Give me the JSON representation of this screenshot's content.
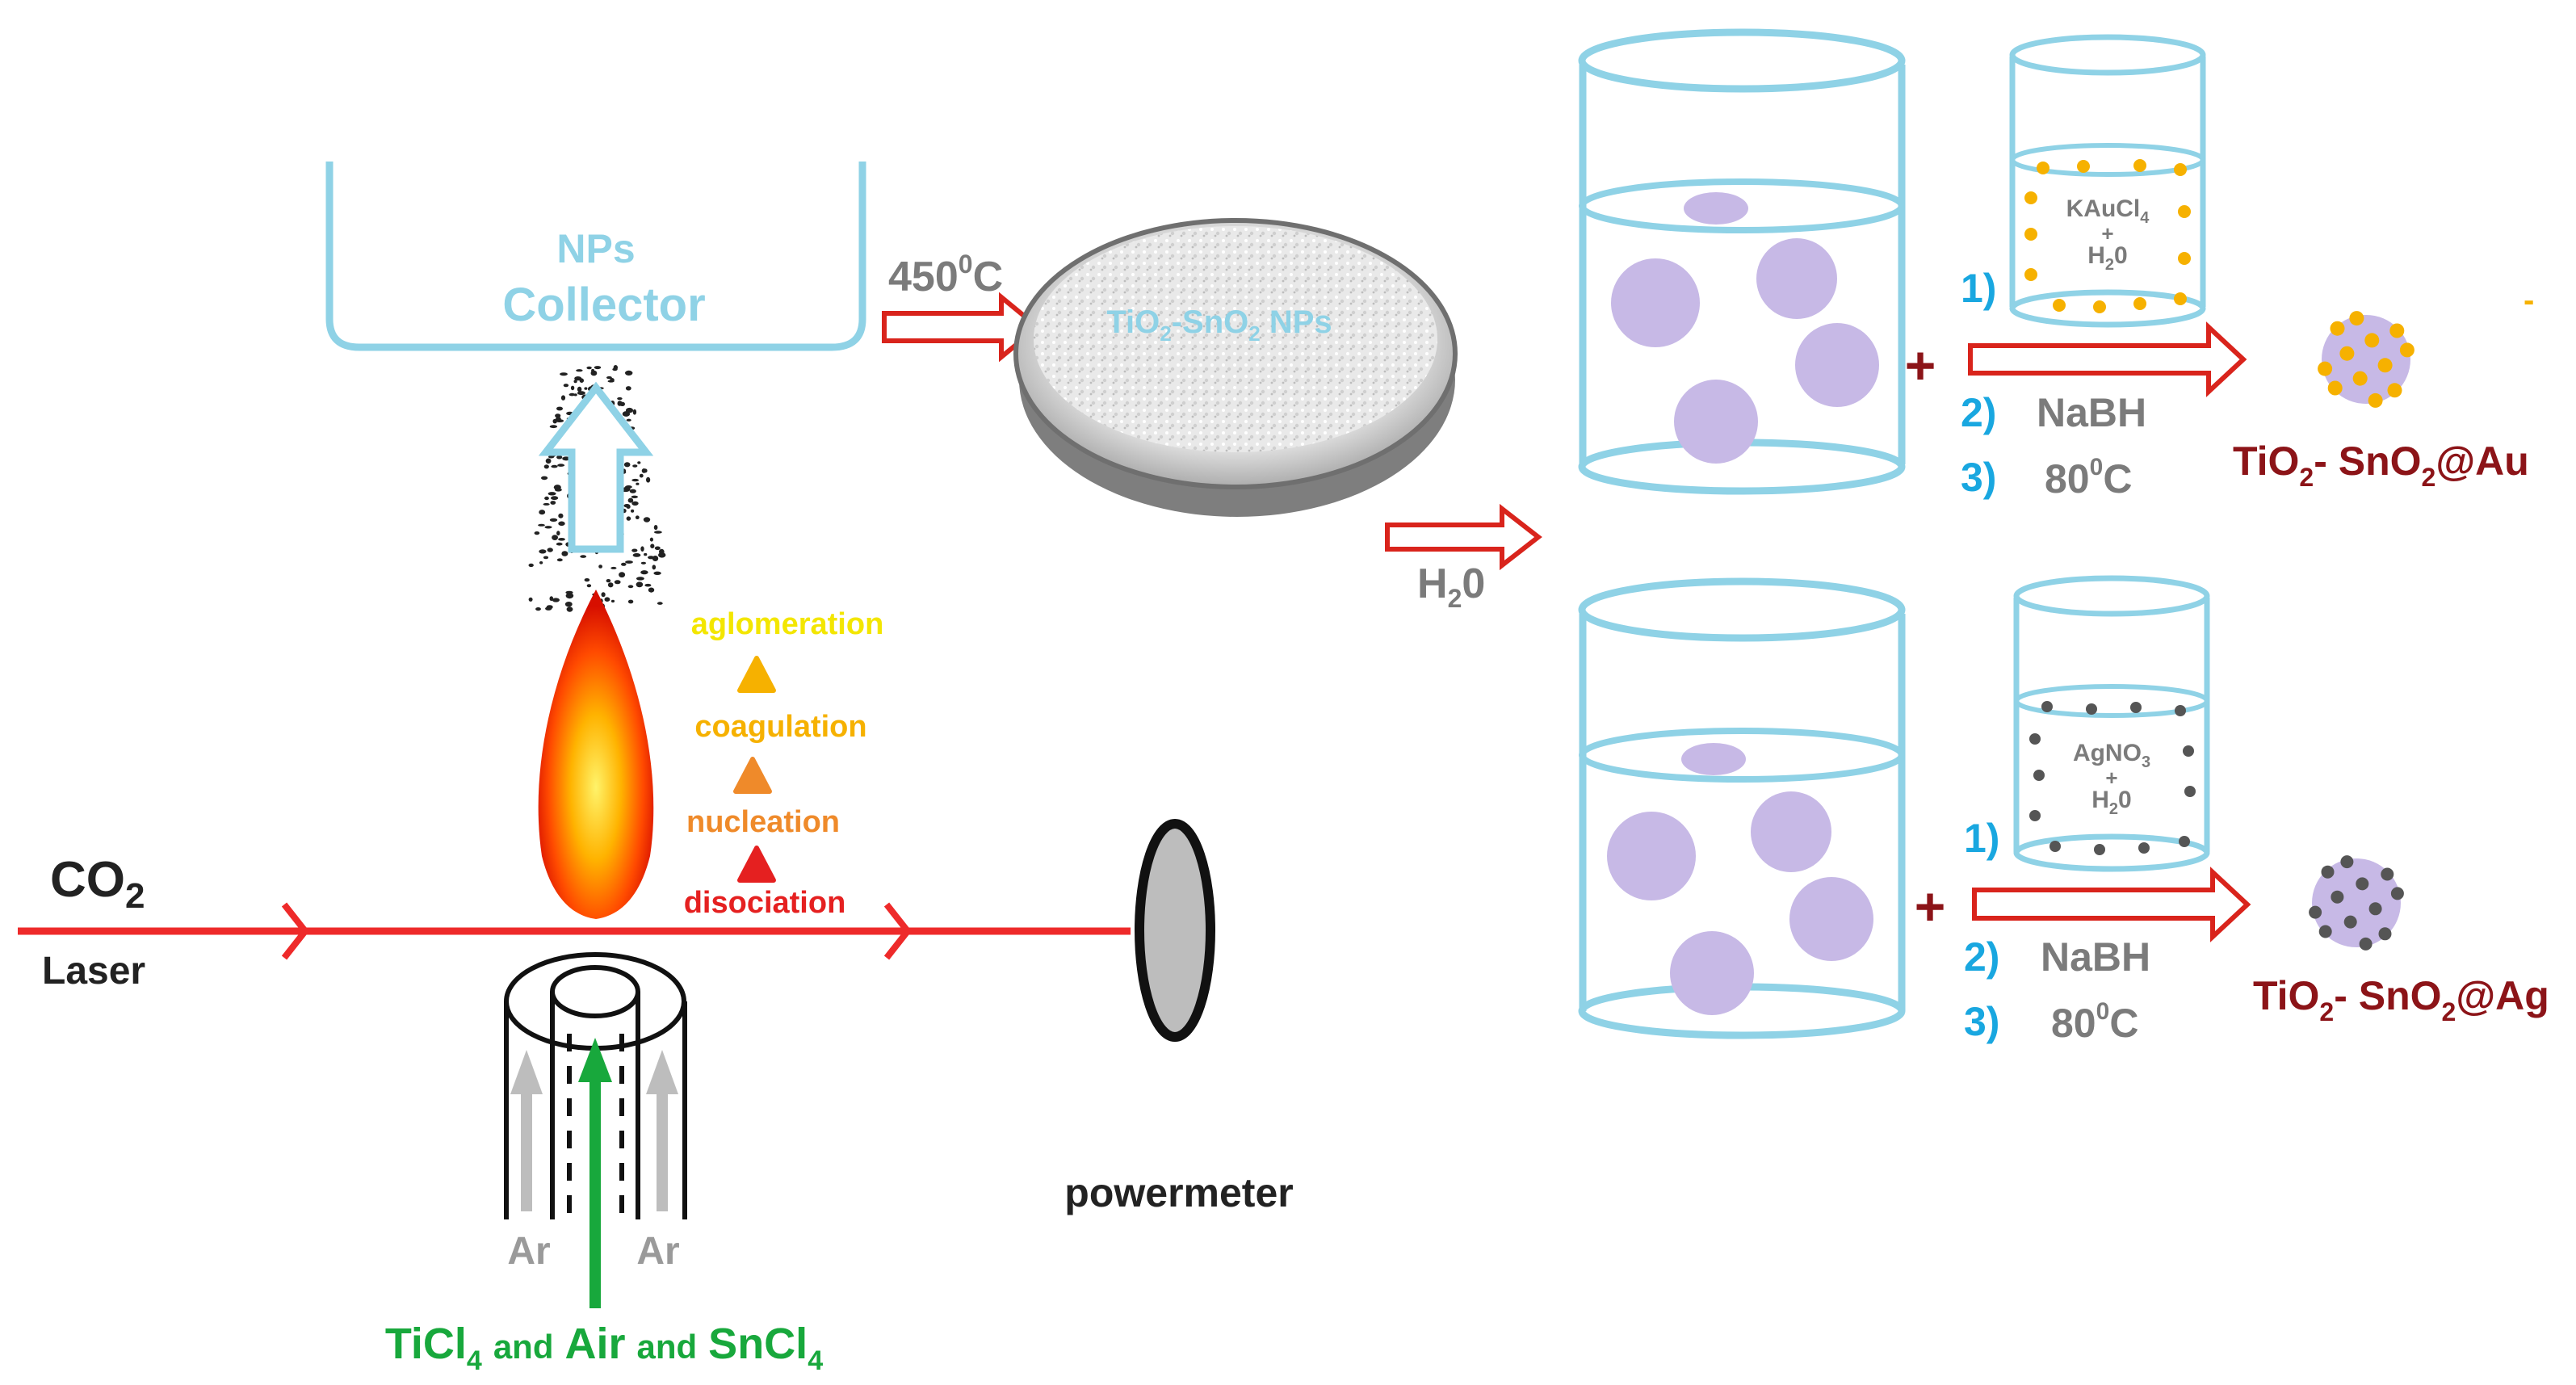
{
  "collector": {
    "line1": "NPs",
    "line2": "Collector"
  },
  "laser": {
    "gas": "CO",
    "gas_sub": "2",
    "label": "Laser"
  },
  "stages": {
    "aglomeration": "aglomeration",
    "coagulation": "coagulation",
    "nucleation": "nucleation",
    "disociation": "disociation"
  },
  "powermeter": "powermeter",
  "nozzle": {
    "ar_left": "Ar",
    "ar_right": "Ar"
  },
  "precursors": {
    "ti": "TiCl",
    "ti_sub": "4",
    "and1": "and",
    "air": "Air",
    "and2": "and",
    "sn": "SnCl",
    "sn_sub": "4"
  },
  "anneal": {
    "temp": "450",
    "sup": "0",
    "unit": "C"
  },
  "powder": {
    "a": "TiO",
    "a_sub": "2",
    "sep": "-SnO",
    "b_sub": "2",
    "tail": " NPs"
  },
  "water": {
    "h": "H",
    "sub": "2",
    "o": "0"
  },
  "au_route": {
    "salt": "KAuCl",
    "salt_sub": "4",
    "plus": "+",
    "water_h": "H",
    "water_sub": "2",
    "water_o": "0",
    "step1": "1)",
    "step2": "2)",
    "step2_text": "NaBH",
    "step3": "3)",
    "step3_temp": "80",
    "step3_sup": "0",
    "step3_unit": "C",
    "mix_plus": "+",
    "product_a": "TiO",
    "product_a_sub": "2",
    "product_mid": "- SnO",
    "product_b_sub": "2",
    "product_tail": "@Au"
  },
  "ag_route": {
    "salt": "AgNO",
    "salt_sub": "3",
    "plus": "+",
    "water_h": "H",
    "water_sub": "2",
    "water_o": "0",
    "step1": "1)",
    "step2": "2)",
    "step2_text": "NaBH",
    "step3": "3)",
    "step3_temp": "80",
    "step3_sup": "0",
    "step3_unit": "C",
    "mix_plus": "+",
    "product_a": "TiO",
    "product_a_sub": "2",
    "product_mid": "- SnO",
    "product_b_sub": "2",
    "product_tail": "@Ag"
  },
  "colors": {
    "beaker": "#8fd2e6",
    "particle": "#c7b9e6",
    "laser": "#ee2a2a",
    "arrow_red": "#d9241c",
    "dark_red": "#8c1418",
    "step_blue": "#19a7e0",
    "gray_text": "#7b7b7b",
    "green": "#18a83c",
    "yellow": "#f3e600",
    "gold": "#f6b100",
    "orange": "#ef8a2a",
    "red": "#e52020"
  }
}
